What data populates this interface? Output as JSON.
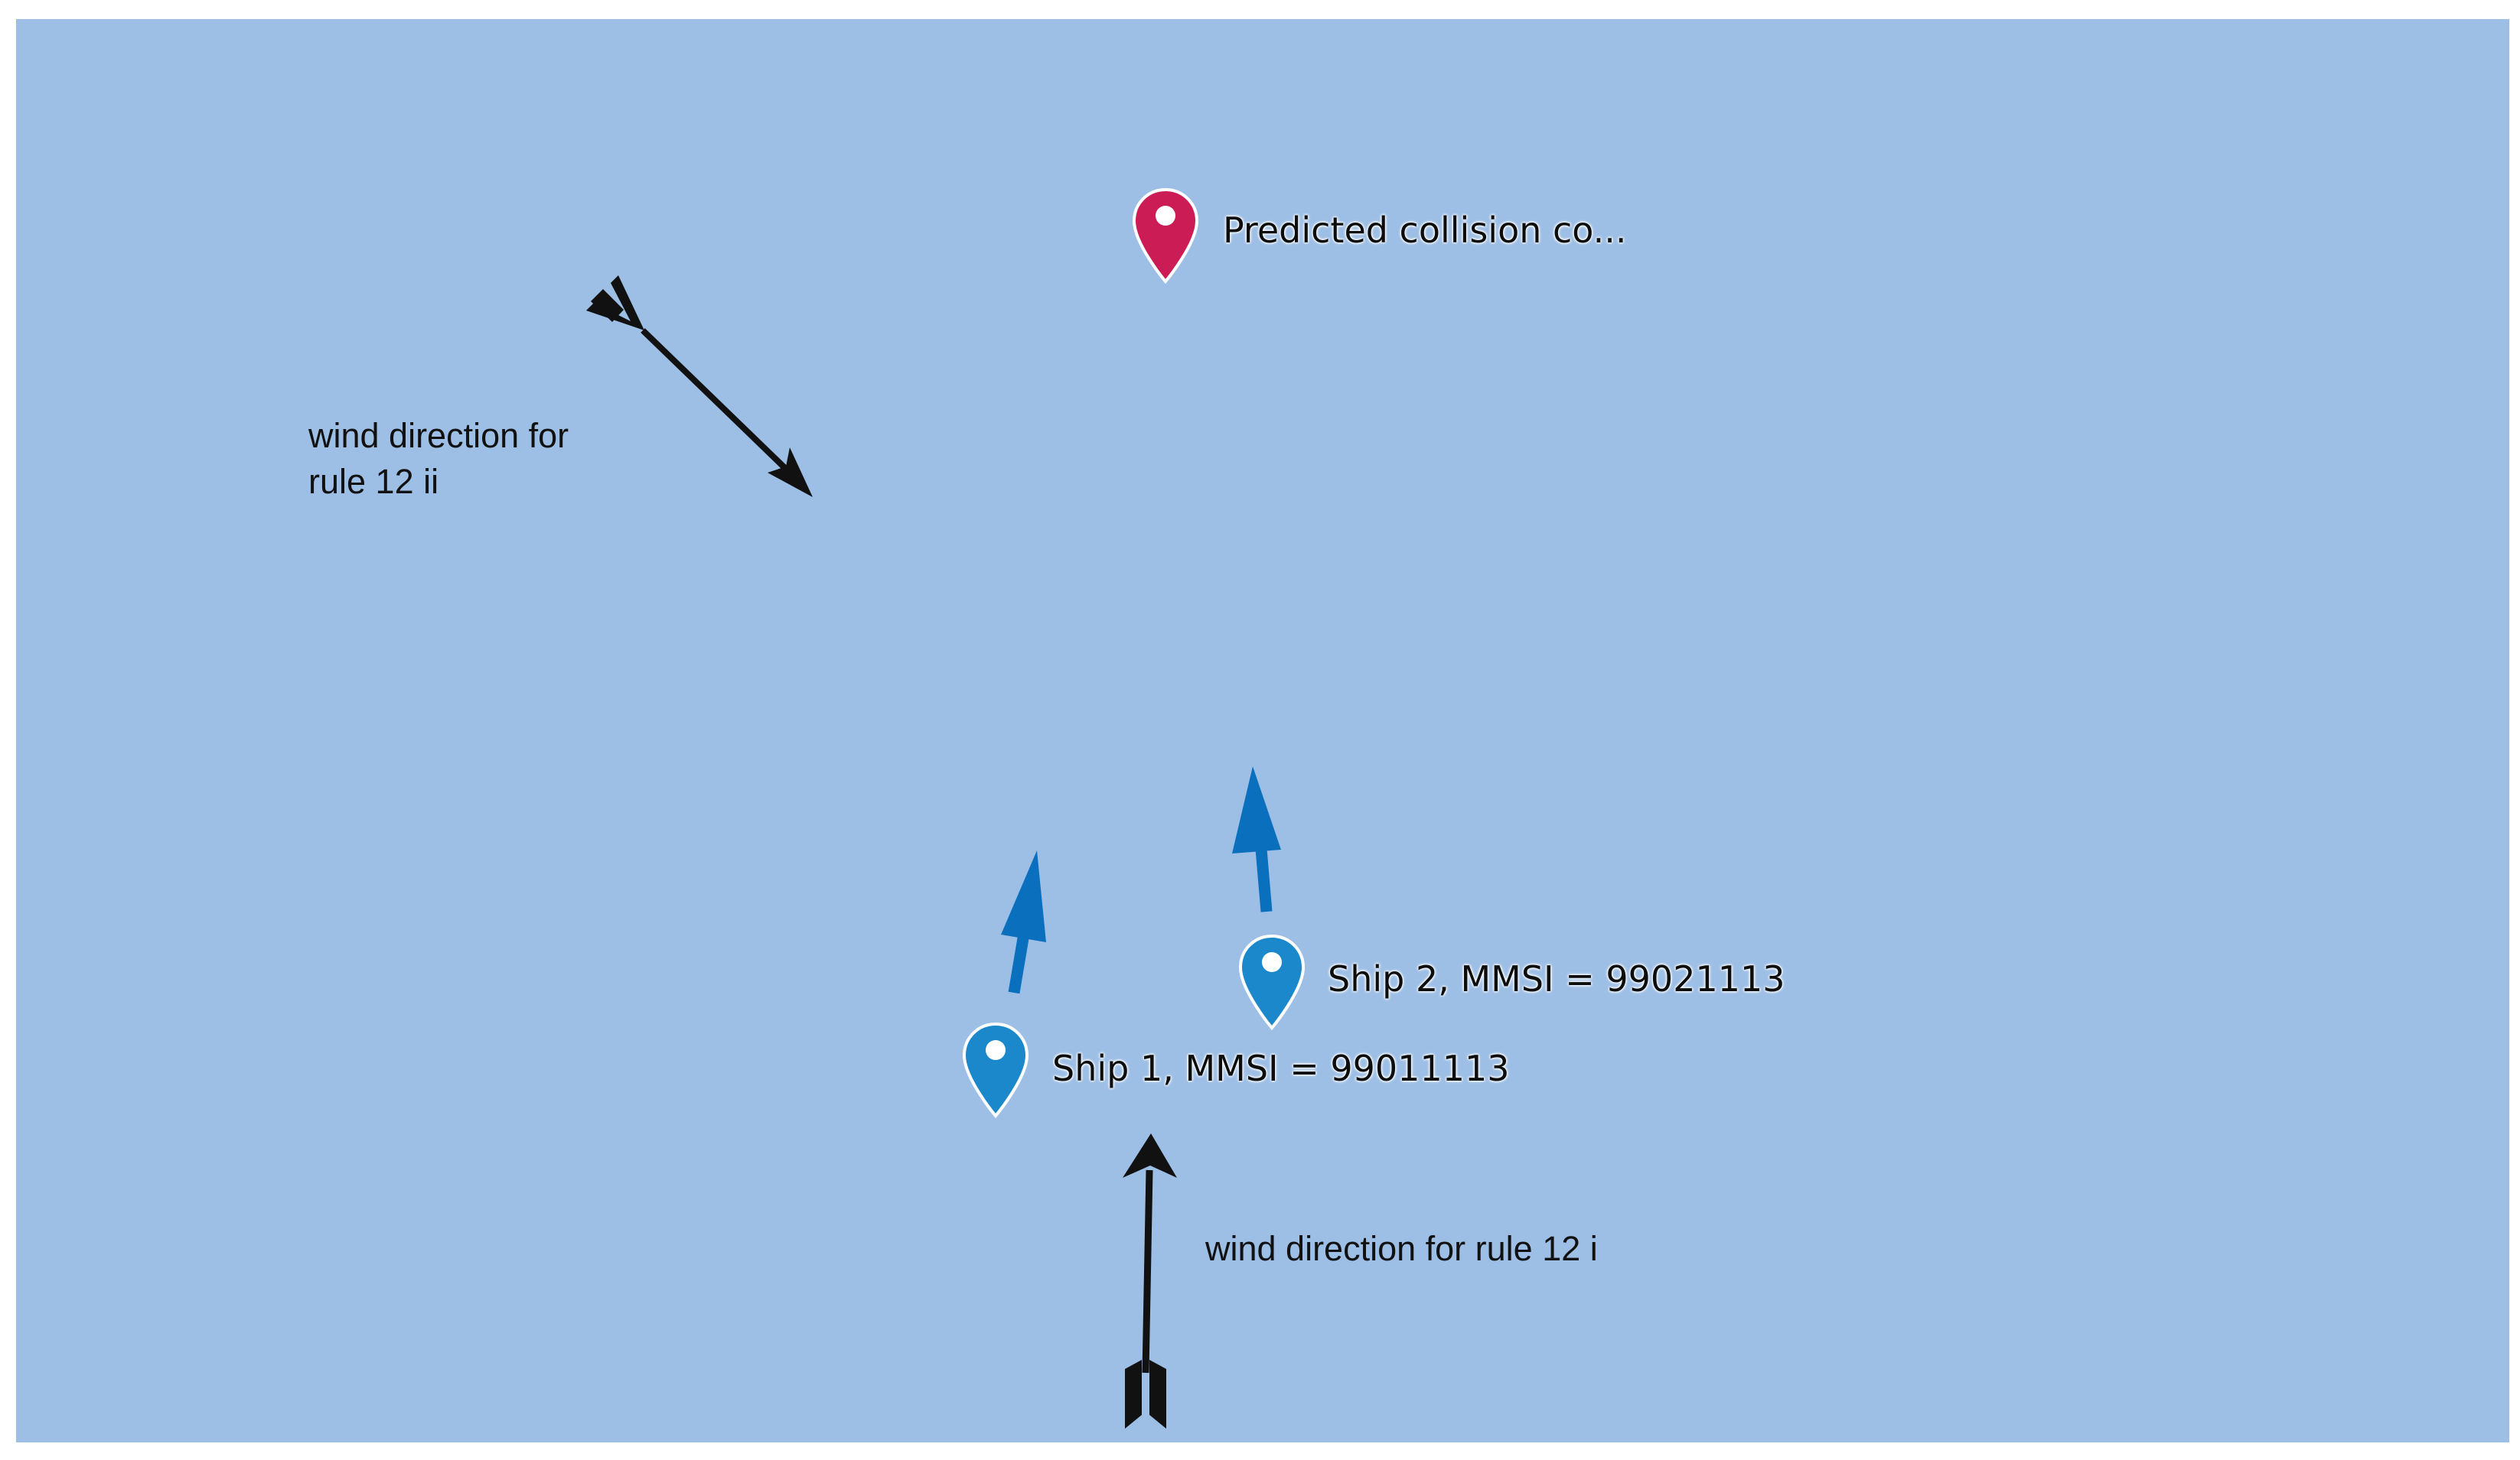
{
  "map": {
    "water_color": "#9ebfe5",
    "markers": [
      {
        "id": "collision",
        "label": "Predicted collision co...",
        "color": "#cc1c55",
        "icon": "map-pin-icon"
      },
      {
        "id": "ship2",
        "label": "Ship 2, MMSI = 99021113",
        "color": "#1b88cc",
        "icon": "map-pin-icon"
      },
      {
        "id": "ship1",
        "label": "Ship 1, MMSI = 99011113",
        "color": "#1b88cc",
        "icon": "map-pin-icon"
      }
    ],
    "heading_arrow_color": "#0a70bd",
    "annotations": {
      "wind_rule_12_ii_line1": "wind direction for",
      "wind_rule_12_ii_line2": "rule 12 ii",
      "wind_rule_12_i": "wind direction for rule 12 i"
    }
  }
}
